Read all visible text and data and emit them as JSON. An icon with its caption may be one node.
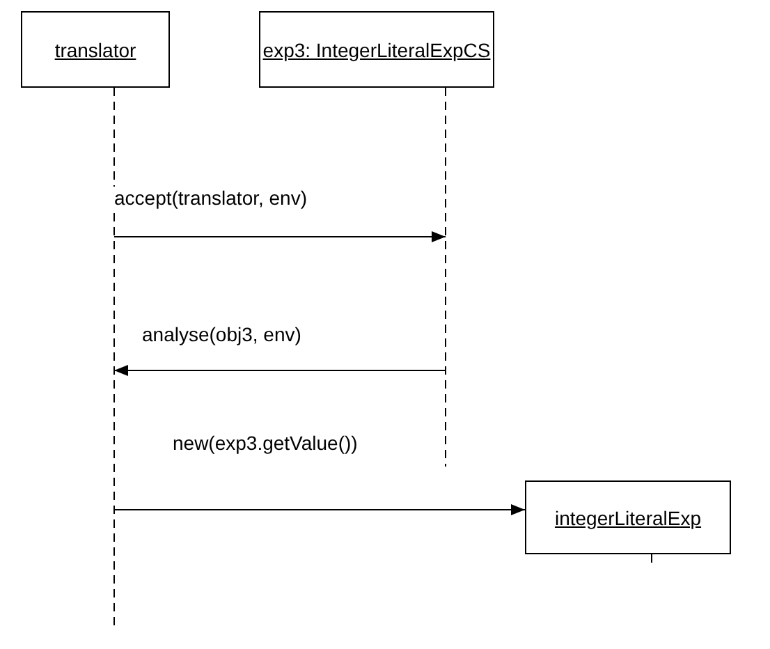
{
  "diagram": {
    "nodes": [
      {
        "text": [
          "translator"
        ]
      },
      {
        "text": [
          "exp3: IntegerLiteralExpCS"
        ]
      },
      {
        "text": [
          "integerLiteralExp"
        ]
      }
    ],
    "edges": [
      {
        "from": 0,
        "to": 1,
        "arrow": "to",
        "label": "accept(translator, env)"
      },
      {
        "from": 1,
        "to": 0,
        "arrow": "to",
        "label": "analyse(obj3, env)"
      },
      {
        "from": 0,
        "to": 2,
        "arrow": "to",
        "label": "new(exp3.getValue())"
      }
    ]
  }
}
